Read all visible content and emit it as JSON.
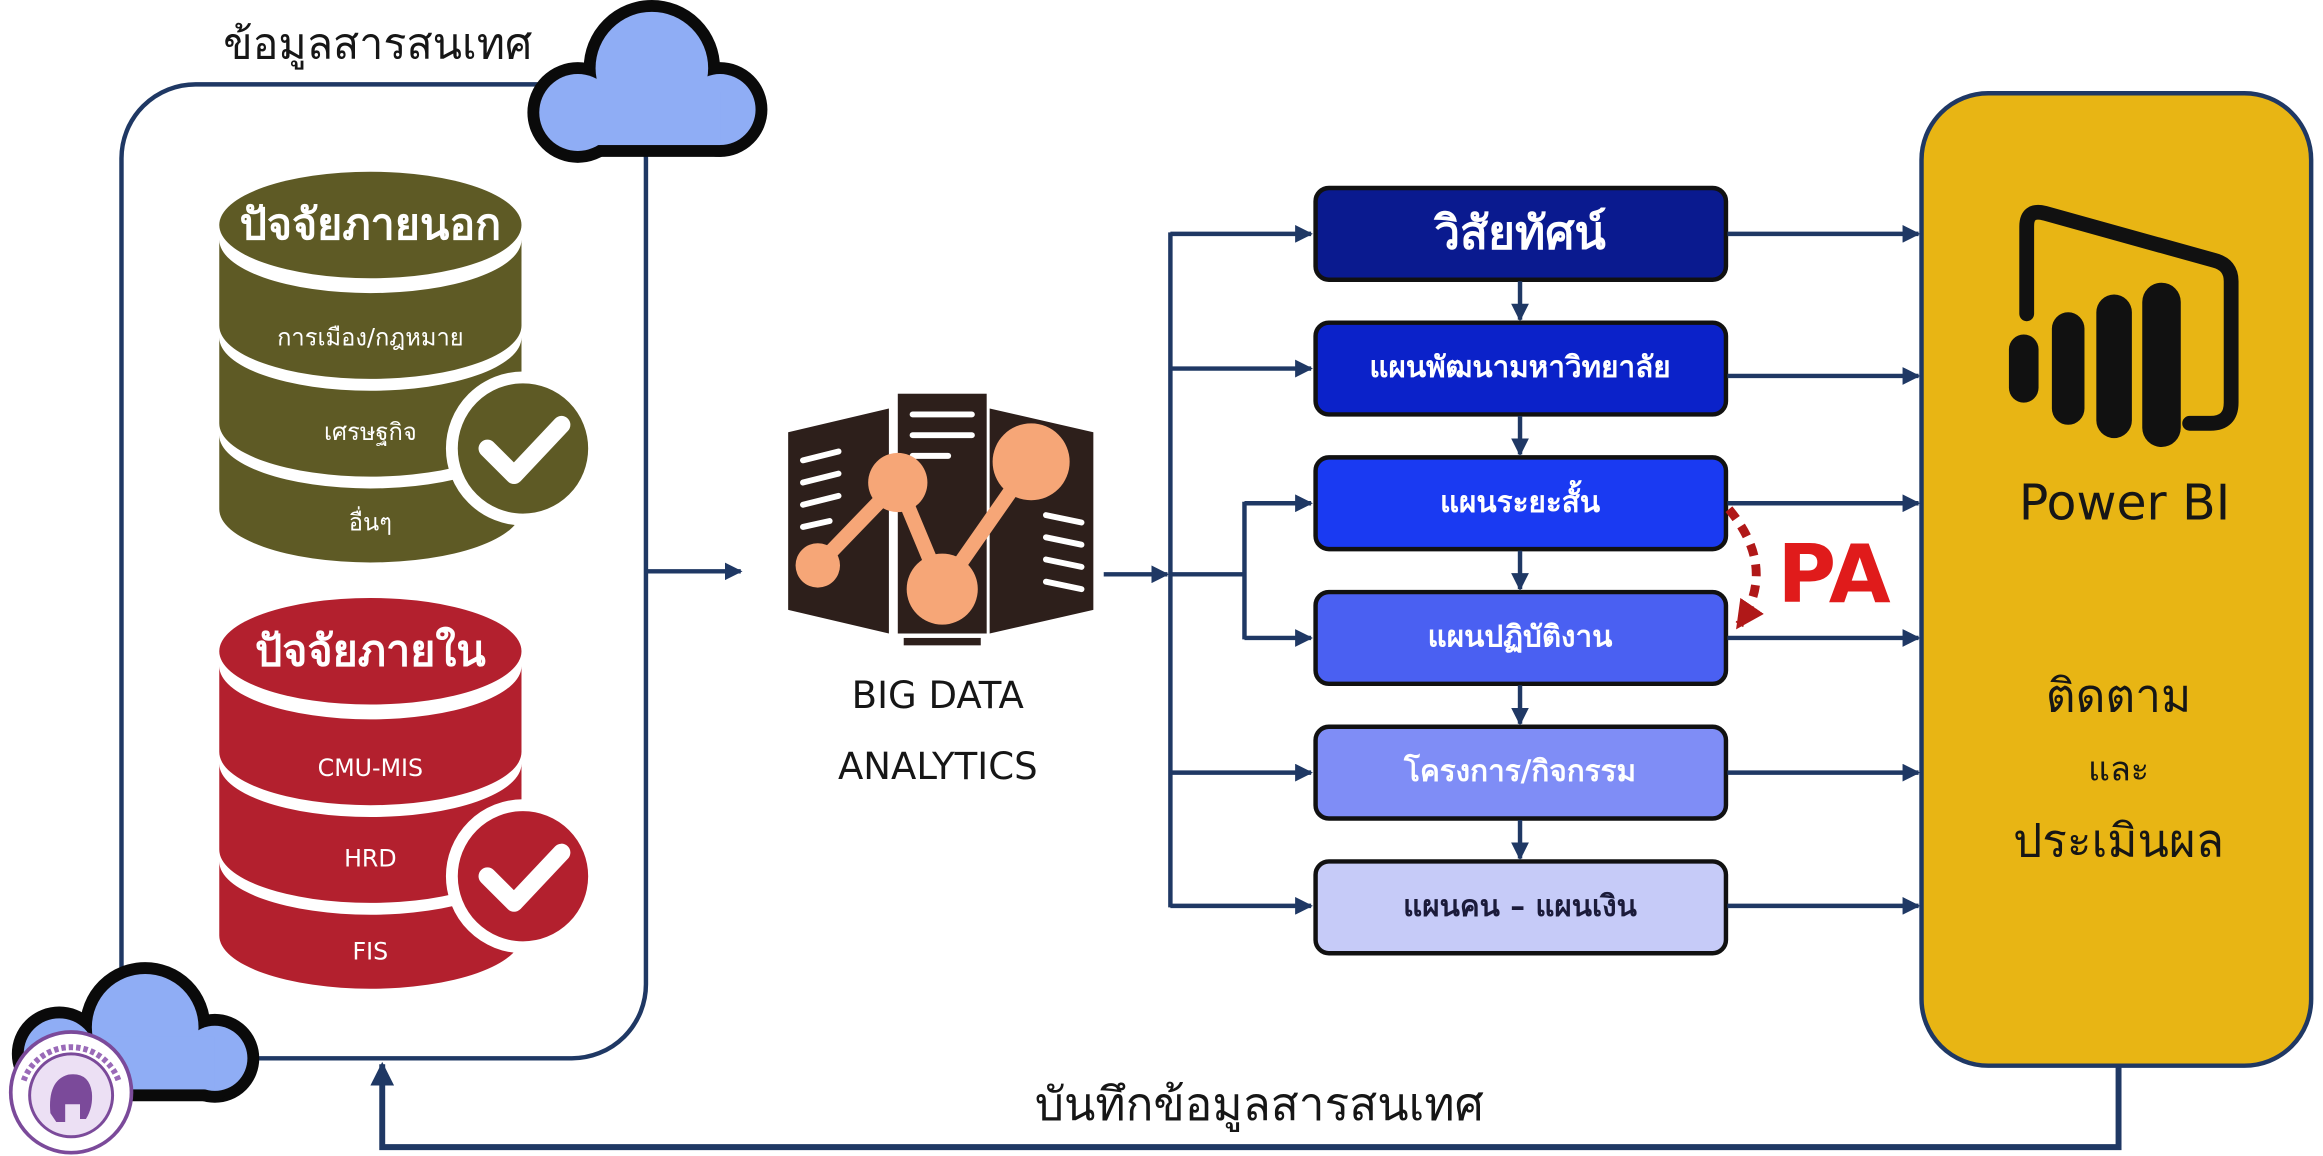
{
  "header_label": "ข้อมูลสารสนเทศ",
  "external_factors": {
    "title": "ปัจจัยภายนอก",
    "items": [
      "การเมือง/กฎหมาย",
      "เศรษฐกิจ",
      "อื่นๆ"
    ],
    "color": "#5e5a25"
  },
  "internal_factors": {
    "title": "ปัจจัยภายใน",
    "items": [
      "CMU-MIS",
      "HRD",
      "FIS"
    ],
    "color": "#b3202e"
  },
  "analytics": {
    "line1": "BIG DATA",
    "line2": "ANALYTICS"
  },
  "plans": [
    {
      "label": "วิสัยทัศน์",
      "color": "#0a1a8f",
      "text_color": "#ffffff"
    },
    {
      "label": "แผนพัฒนามหาวิทยาลัย",
      "color": "#0b22c9",
      "text_color": "#ffffff"
    },
    {
      "label": "แผนระยะสั้น",
      "color": "#1a3af2",
      "text_color": "#ffffff"
    },
    {
      "label": "แผนปฏิบัติงาน",
      "color": "#4a60f2",
      "text_color": "#ffffff"
    },
    {
      "label": "โครงการ/กิจกรรม",
      "color": "#7f8df6",
      "text_color": "#ffffff"
    },
    {
      "label": "แผนคน – แผนเงิน",
      "color": "#c6cbf8",
      "text_color": "#1b1b3a"
    }
  ],
  "pa_label": "PA",
  "power_bi": {
    "name": "Power BI",
    "line1": "ติดตาม",
    "line2": "และ",
    "line3": "ประเมินผล",
    "fill": "#e8b514"
  },
  "feedback_label": "บันทึกข้อมูลสารสนเทศ",
  "colors": {
    "connector": "#1f3864",
    "cloud": "#8fadf5",
    "pa": "#e01b1b",
    "pa_arrow": "#b01818",
    "node": "#f6a677",
    "server": "#2d1f1b"
  },
  "icons": [
    "cloud-icon",
    "database-icon",
    "check-circle-icon",
    "big-data-server-icon",
    "power-bi-logo-icon",
    "university-seal-icon"
  ]
}
